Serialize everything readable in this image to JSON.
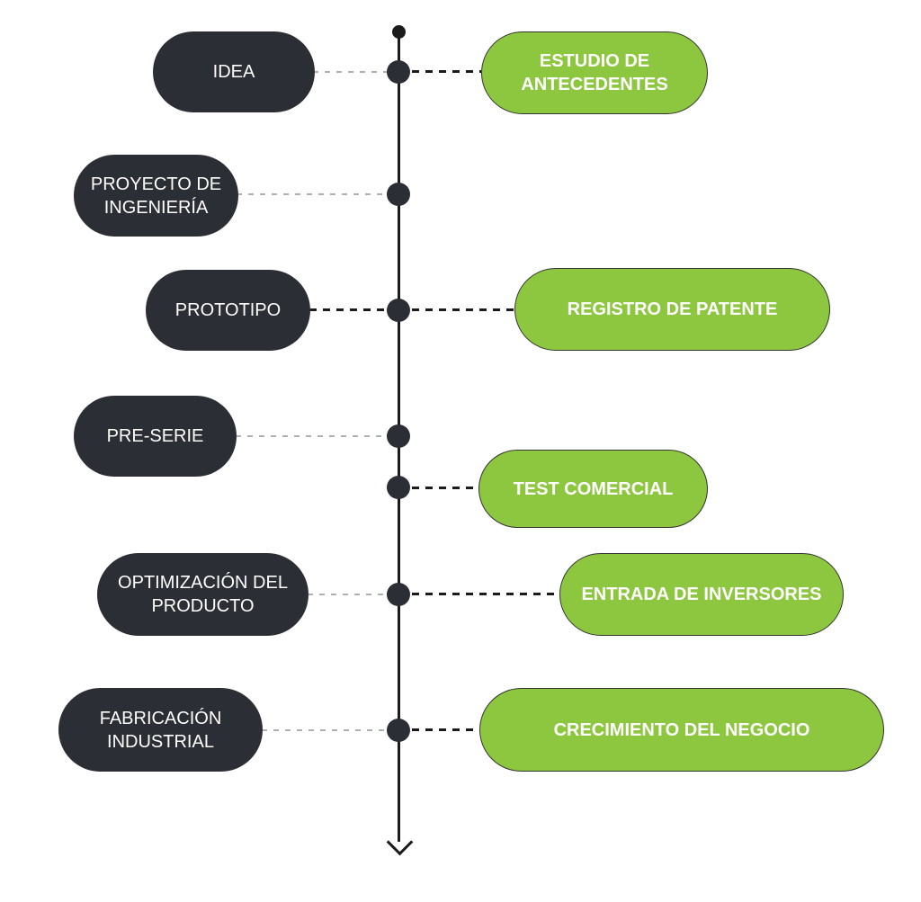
{
  "diagram": {
    "type": "vertical-timeline",
    "stages_left": [
      {
        "label": "IDEA"
      },
      {
        "label": "PROYECTO DE INGENIERÍA"
      },
      {
        "label": "PROTOTIPO"
      },
      {
        "label": "PRE-SERIE"
      },
      {
        "label": "OPTIMIZACIÓN DEL PRODUCTO"
      },
      {
        "label": "FABRICACIÓN INDUSTRIAL"
      }
    ],
    "milestones_right": [
      {
        "label": "ESTUDIO DE ANTECEDENTES"
      },
      {
        "label": "REGISTRO DE PATENTE"
      },
      {
        "label": "TEST COMERCIAL"
      },
      {
        "label": "ENTRADA DE INVERSORES"
      },
      {
        "label": "CRECIMIENTO DEL NEGOCIO"
      }
    ],
    "colors": {
      "stage_fill": "#2b2e34",
      "milestone_fill": "#8dc63f",
      "milestone_border": "#333333",
      "text": "#ffffff",
      "axis": "#1b1b1b",
      "connector_gray": "#b0b0b0",
      "connector_black": "#1b1b1b",
      "background": "#ffffff"
    }
  }
}
